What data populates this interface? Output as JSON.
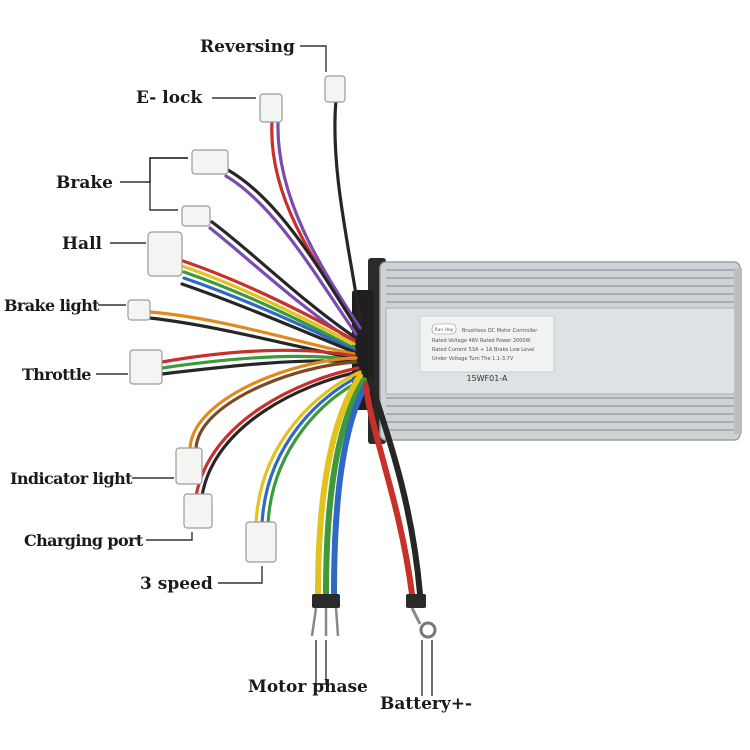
{
  "labels": {
    "reversing": "Reversing",
    "e_lock": "E- lock",
    "brake": "Brake",
    "hall": "Hall",
    "brake_light": "Brake light",
    "throttle": "Throttle",
    "indicator_light": "Indicator light",
    "charging_port": "Charging port",
    "three_speed": "3 speed",
    "motor_phase": "Motor phase",
    "battery": "Battery+-"
  },
  "controller": {
    "brand_badge": "Ran Hey",
    "title_line": "Brushless DC Motor Controller",
    "spec_line_1": "Rated Voltage 48V     Rated Power 2000W",
    "spec_line_2": "Rated Current 53A + 1A     Brake Low Level",
    "spec_line_3": "Under Voltage Turn The 1.1-3.7V",
    "model": "15WF01-A"
  },
  "colors": {
    "housing": "#cfd3d6",
    "fin_dark": "#8e9498",
    "red_wire": "#c8302a",
    "black_wire": "#262626",
    "yellow_wire": "#e2c21c",
    "green_wire": "#3c9a3a",
    "blue_wire": "#2f69c4",
    "purple_wire": "#7a4bb0",
    "orange_wire": "#e08a1c",
    "brown_wire": "#7a4a26"
  }
}
